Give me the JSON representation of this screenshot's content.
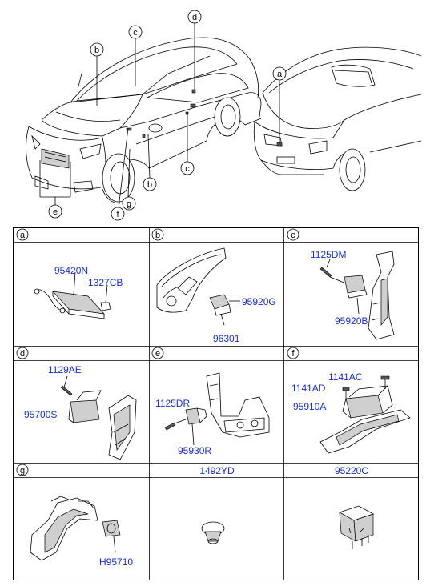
{
  "overview": {
    "callouts": [
      "a",
      "b",
      "c",
      "d",
      "e",
      "f",
      "g"
    ]
  },
  "cells": [
    {
      "id": "a",
      "parts": [
        "95420N",
        "1327CB"
      ]
    },
    {
      "id": "b",
      "parts": [
        "95920G",
        "96301"
      ]
    },
    {
      "id": "c",
      "parts": [
        "1125DM",
        "95920B"
      ]
    },
    {
      "id": "d",
      "parts": [
        "1129AE",
        "95700S"
      ]
    },
    {
      "id": "e",
      "parts": [
        "1125DR",
        "95930R"
      ]
    },
    {
      "id": "f",
      "parts": [
        "1141AC",
        "1141AD",
        "95910A"
      ]
    },
    {
      "id": "g",
      "parts": [
        "H95710"
      ]
    },
    {
      "title": "1492YD"
    },
    {
      "title": "95220C"
    }
  ]
}
